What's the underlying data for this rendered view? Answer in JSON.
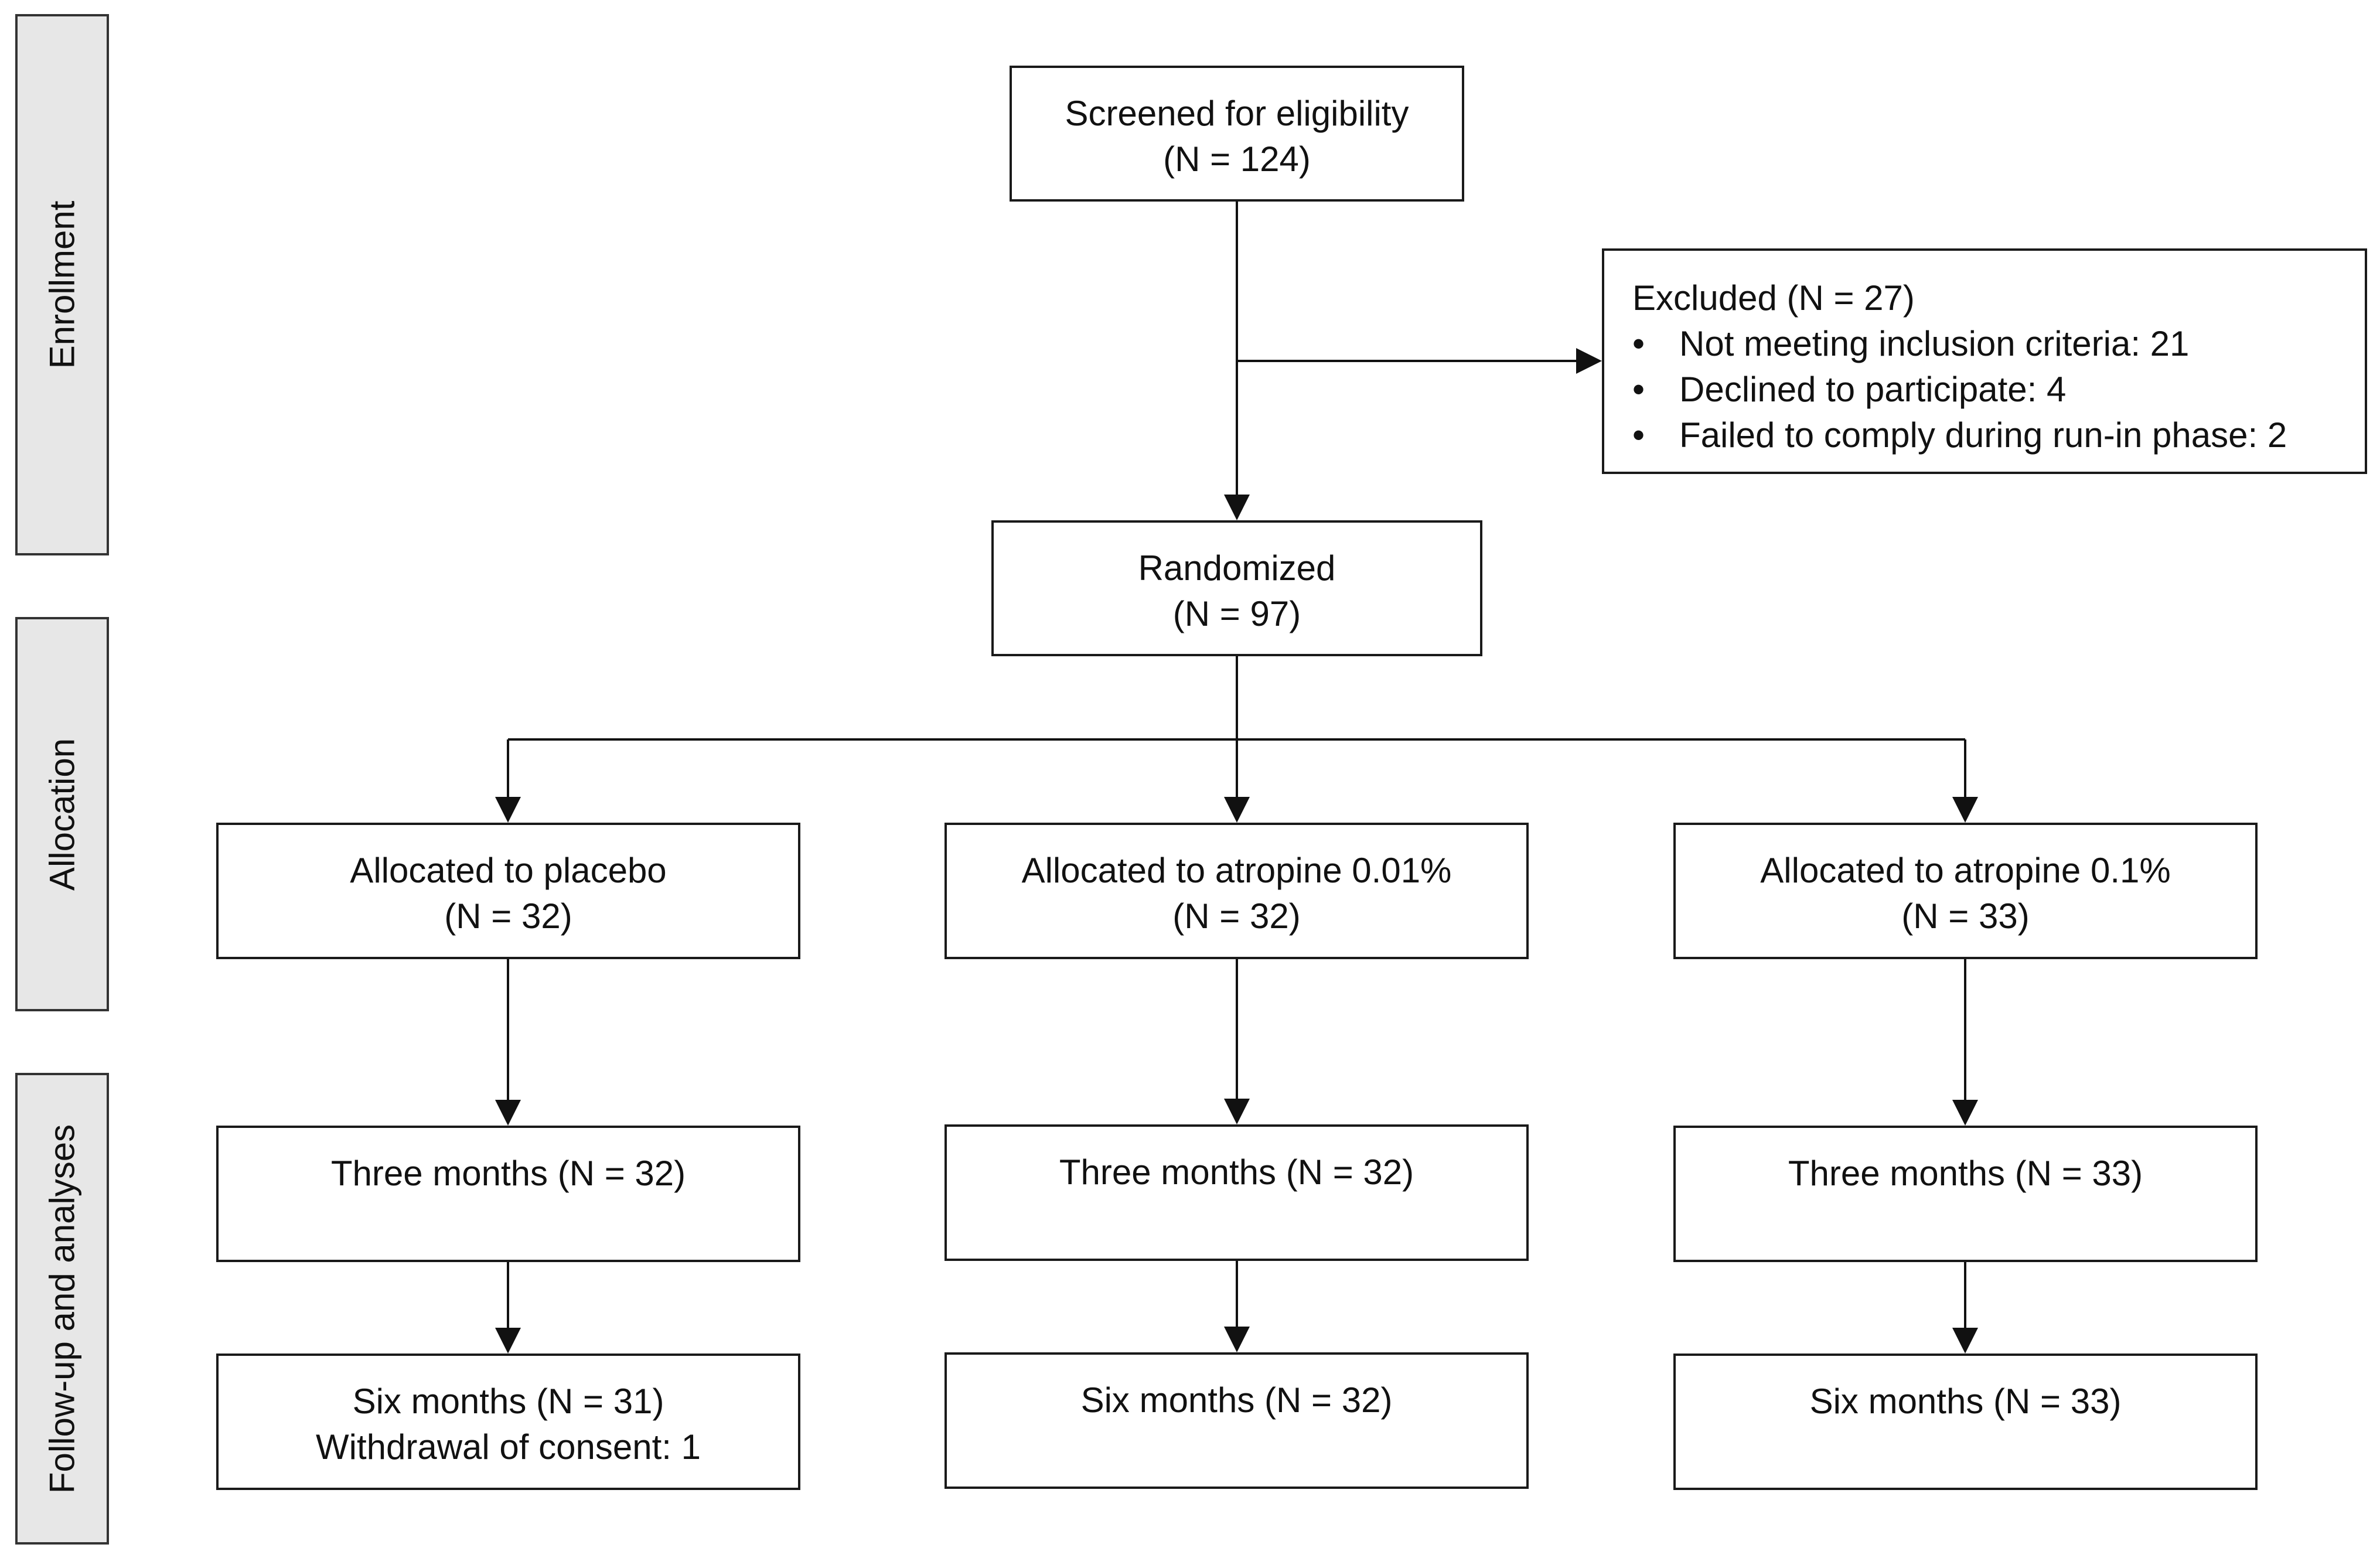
{
  "stages": {
    "enrollment": "Enrollment",
    "allocation": "Allocation",
    "followup": "Follow-up and analyses"
  },
  "screened": {
    "line1": "Screened for eligibility",
    "line2": "(N = 124)"
  },
  "excluded": {
    "title": "Excluded (N = 27)",
    "items": [
      "Not meeting inclusion criteria: 21",
      "Declined to participate: 4",
      "Failed to comply during run-in phase: 2"
    ]
  },
  "randomized": {
    "line1": "Randomized",
    "line2": "(N = 97)"
  },
  "arms": [
    {
      "allocated": {
        "line1": "Allocated to placebo",
        "line2": "(N = 32)"
      },
      "three_months": "Three months (N = 32)",
      "six_months": {
        "line1": "Six months (N = 31)",
        "line2": "Withdrawal of consent: 1"
      }
    },
    {
      "allocated": {
        "line1": "Allocated to atropine 0.01%",
        "line2": "(N = 32)"
      },
      "three_months": "Three months (N = 32)",
      "six_months": {
        "line1": "Six months (N = 32)",
        "line2": ""
      }
    },
    {
      "allocated": {
        "line1": "Allocated to atropine 0.1%",
        "line2": "(N = 33)"
      },
      "three_months": "Three months (N = 33)",
      "six_months": {
        "line1": "Six months (N = 33)",
        "line2": ""
      }
    }
  ]
}
